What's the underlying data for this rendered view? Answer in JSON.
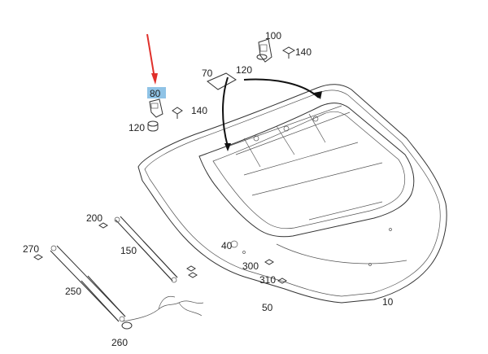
{
  "labels": {
    "p10": "10",
    "p40": "40",
    "p50": "50",
    "p70": "70",
    "p80": "80",
    "p100": "100",
    "p120a": "120",
    "p120b": "120",
    "p140a": "140",
    "p140b": "140",
    "p150": "150",
    "p200": "200",
    "p250": "250",
    "p260": "260",
    "p270": "270",
    "p300": "300",
    "p310": "310"
  },
  "colors": {
    "arrow": "#e0302b",
    "highlight": "#8fc3e6",
    "line": "#333333"
  },
  "highlighted_part": "80"
}
